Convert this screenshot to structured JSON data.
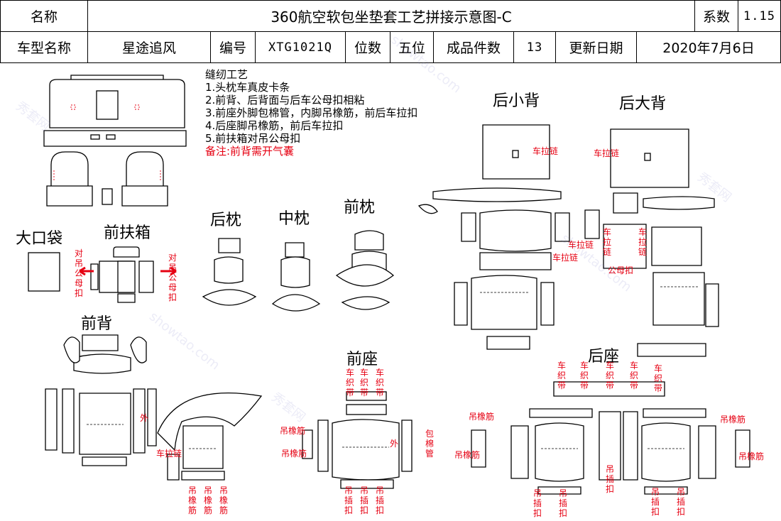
{
  "header": {
    "name_label": "名称",
    "title": "360航空软包坐垫套工艺拼接示意图-C",
    "coef_label": "系数",
    "coef_value": "1.15",
    "model_label": "车型名称",
    "model_value": "星途追风",
    "code_label": "编号",
    "code_value": "XTG1021Q",
    "seats_label": "位数",
    "seats_value": "五位",
    "pieces_label": "成品件数",
    "pieces_value": "13",
    "update_label": "更新日期",
    "update_value": "2020年7月6日"
  },
  "notes": {
    "heading": "缝纫工艺",
    "items": [
      "1.头枕车真皮卡条",
      "2.前背、后背面与后车公母扣相粘",
      "3.前座外脚包棉管，内脚吊橡筋，前后车拉扣",
      "4.后座脚吊橡筋，前后车拉扣",
      "5.前扶箱对吊公母扣"
    ],
    "remark": "备注:前背需开气囊"
  },
  "sections": {
    "big_pocket": "大口袋",
    "front_armrest": "前扶箱",
    "rear_pillow": "后枕",
    "mid_pillow": "中枕",
    "front_pillow": "前枕",
    "rear_small_back": "后小背",
    "rear_big_back": "后大背",
    "front_back": "前背",
    "front_seat": "前座",
    "rear_seat": "后座"
  },
  "annotations": {
    "armrest_hang": "对吊公母扣",
    "zipper": "车拉链",
    "stitch_strip": "车织带",
    "hang_elastic": "吊橡筋",
    "hang_buckle": "吊插扣",
    "outer": "外",
    "foam_tube": "包棉管",
    "male_female_buckle": "公母扣"
  },
  "watermark": {
    "site": "showtao.com",
    "cn": "秀套网"
  },
  "colors": {
    "line": "#000000",
    "annotation": "#e60012"
  }
}
